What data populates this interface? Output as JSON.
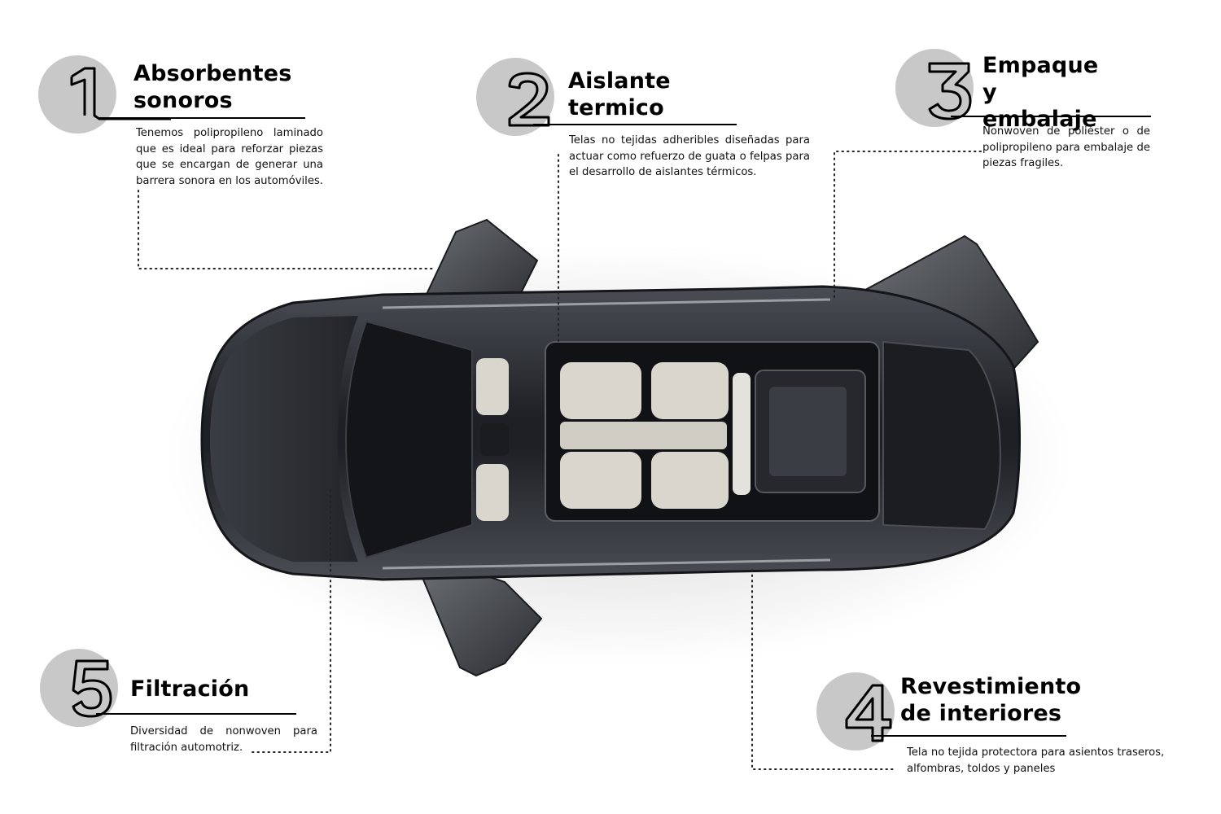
{
  "callouts": [
    {
      "number": "1",
      "title_lines": [
        "Absorbentes",
        "sonoros"
      ],
      "description": "Tenemos polipropileno laminado que es ideal para reforzar piezas que se encargan de generar una barrera sonora en los automóviles."
    },
    {
      "number": "2",
      "title_lines": [
        "Aislante",
        "termico"
      ],
      "description": "Telas no tejidas adheribles diseñadas para actuar como refuerzo de guata o felpas para el desarrollo de aislantes térmicos."
    },
    {
      "number": "3",
      "title_lines": [
        "Empaque y",
        "embalaje"
      ],
      "description": "Nonwoven de poliéster o de polipropileno para embalaje de piezas fragiles."
    },
    {
      "number": "4",
      "title_lines": [
        "Revestimiento",
        "de interiores"
      ],
      "description": "Tela no tejida protectora para asientos traseros, alfombras, toldos y paneles"
    },
    {
      "number": "5",
      "title_lines": [
        "Filtración"
      ],
      "description": "Diversidad de nonwoven para filtración automotriz."
    }
  ],
  "colors": {
    "circle": "#c8c8c8",
    "car_body": "#2a2c31",
    "seat": "#d9d6ce",
    "text": "#000000"
  },
  "icons": {
    "car": "suv-top-view-illustration"
  }
}
